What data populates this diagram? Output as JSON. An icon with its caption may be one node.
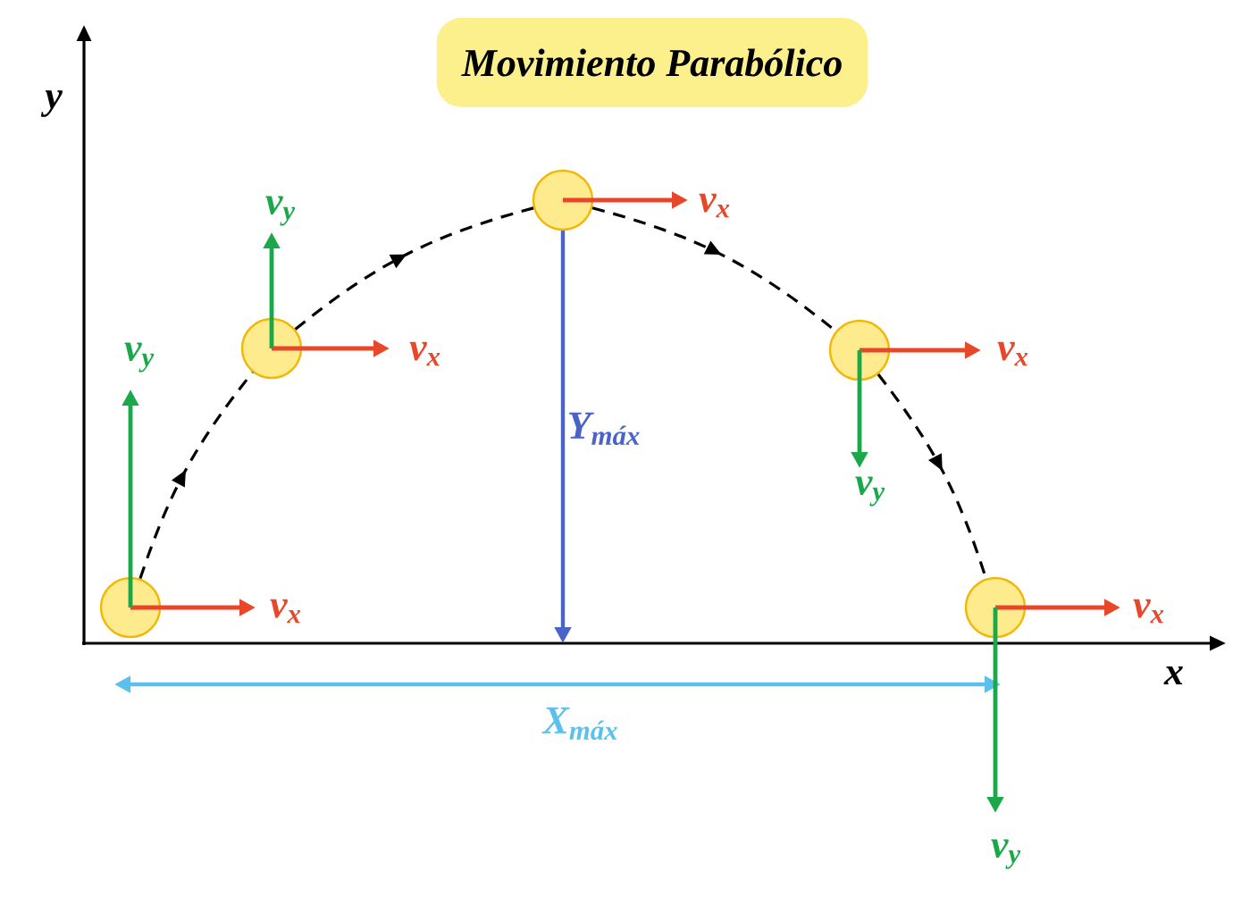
{
  "diagram": {
    "title": "Movimiento Parabólico",
    "nodes": [
      {
        "text": [],
        "shape": "circle"
      },
      {
        "text": [],
        "shape": "circle"
      },
      {
        "text": [],
        "shape": "circle"
      },
      {
        "text": [],
        "shape": "circle"
      },
      {
        "text": [],
        "shape": "circle"
      }
    ],
    "edges": [
      {
        "from": 0,
        "to": 1,
        "arrow": "to",
        "style": "dashed"
      },
      {
        "from": 1,
        "to": 2,
        "arrow": "to",
        "style": "dashed"
      },
      {
        "from": 2,
        "to": 3,
        "arrow": "to",
        "style": "dashed"
      },
      {
        "from": 3,
        "to": 4,
        "arrow": "to",
        "style": "dashed"
      }
    ],
    "labels": [
      "y",
      "v$_{y}$",
      "v$_{x}$",
      "v$_{y}$",
      "v$_{x}$",
      "v$_{x}$",
      "Y$_{máx}$",
      "v$_{y}$",
      "v$_{x}$",
      "v$_{x}$",
      "x",
      "X$_{máx}$",
      "v$_{y}$"
    ]
  }
}
